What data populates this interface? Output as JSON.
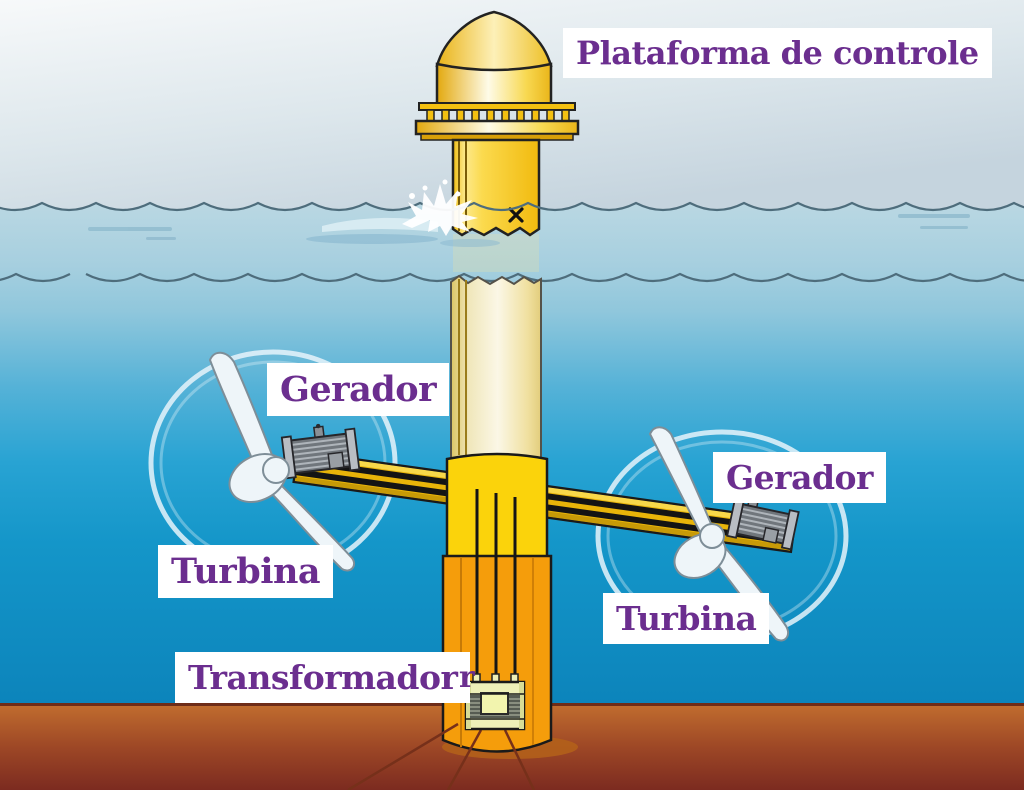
{
  "diagram": {
    "type": "tidal-stream-turbine-platform-illustration",
    "labels": {
      "platform": "Plataforma de controle",
      "generator_left": "Gerador",
      "generator_right": "Gerador",
      "turbine_left": "Turbina",
      "turbine_right": "Turbina",
      "transformer": "Transformador",
      "stray_fragment": "r"
    },
    "colors": {
      "label_text": "#6b2e8f",
      "label_background": "#ffffff",
      "sky_top": "#f7f9fa",
      "sky_bottom": "#c5d4de",
      "water_surface": "#bbd8e3",
      "water_deep": "#0c84bb",
      "wave_line": "#4e6d7c",
      "structure_yellow": "#fbd30b",
      "structure_gold": "#e8b409",
      "structure_orange": "#f59d0b",
      "structure_pale": "#fbf7e6",
      "seabed_top": "#c26e2f",
      "seabed_bottom": "#7c2b20",
      "generator_gray": "#70767c",
      "blade_white": "#eef5f9"
    }
  }
}
